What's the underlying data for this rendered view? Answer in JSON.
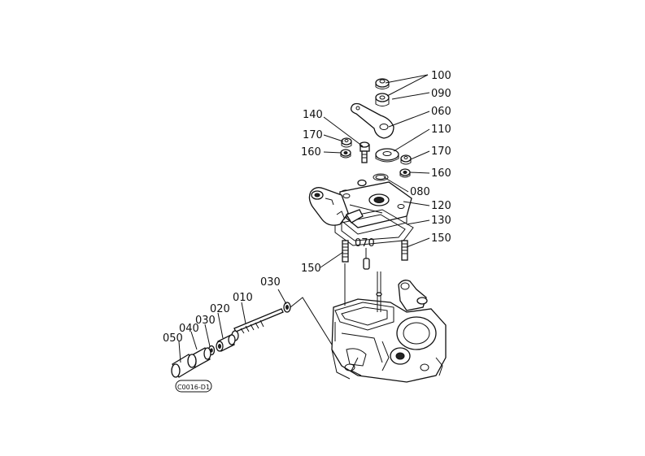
{
  "labels": {
    "p100": "100",
    "p090": "090",
    "p060": "060",
    "p140": "140",
    "p110": "110",
    "p170_left": "170",
    "p160_left": "160",
    "p170_right": "170",
    "p160_right": "160",
    "p080": "080",
    "p120": "120",
    "p130": "130",
    "p150_right": "150",
    "p070": "070",
    "p150_left": "150",
    "p030_top": "030",
    "p010": "010",
    "p020": "020",
    "p030_mid": "030",
    "p040": "040",
    "p050": "050"
  },
  "figure_code": "C0016-D1"
}
